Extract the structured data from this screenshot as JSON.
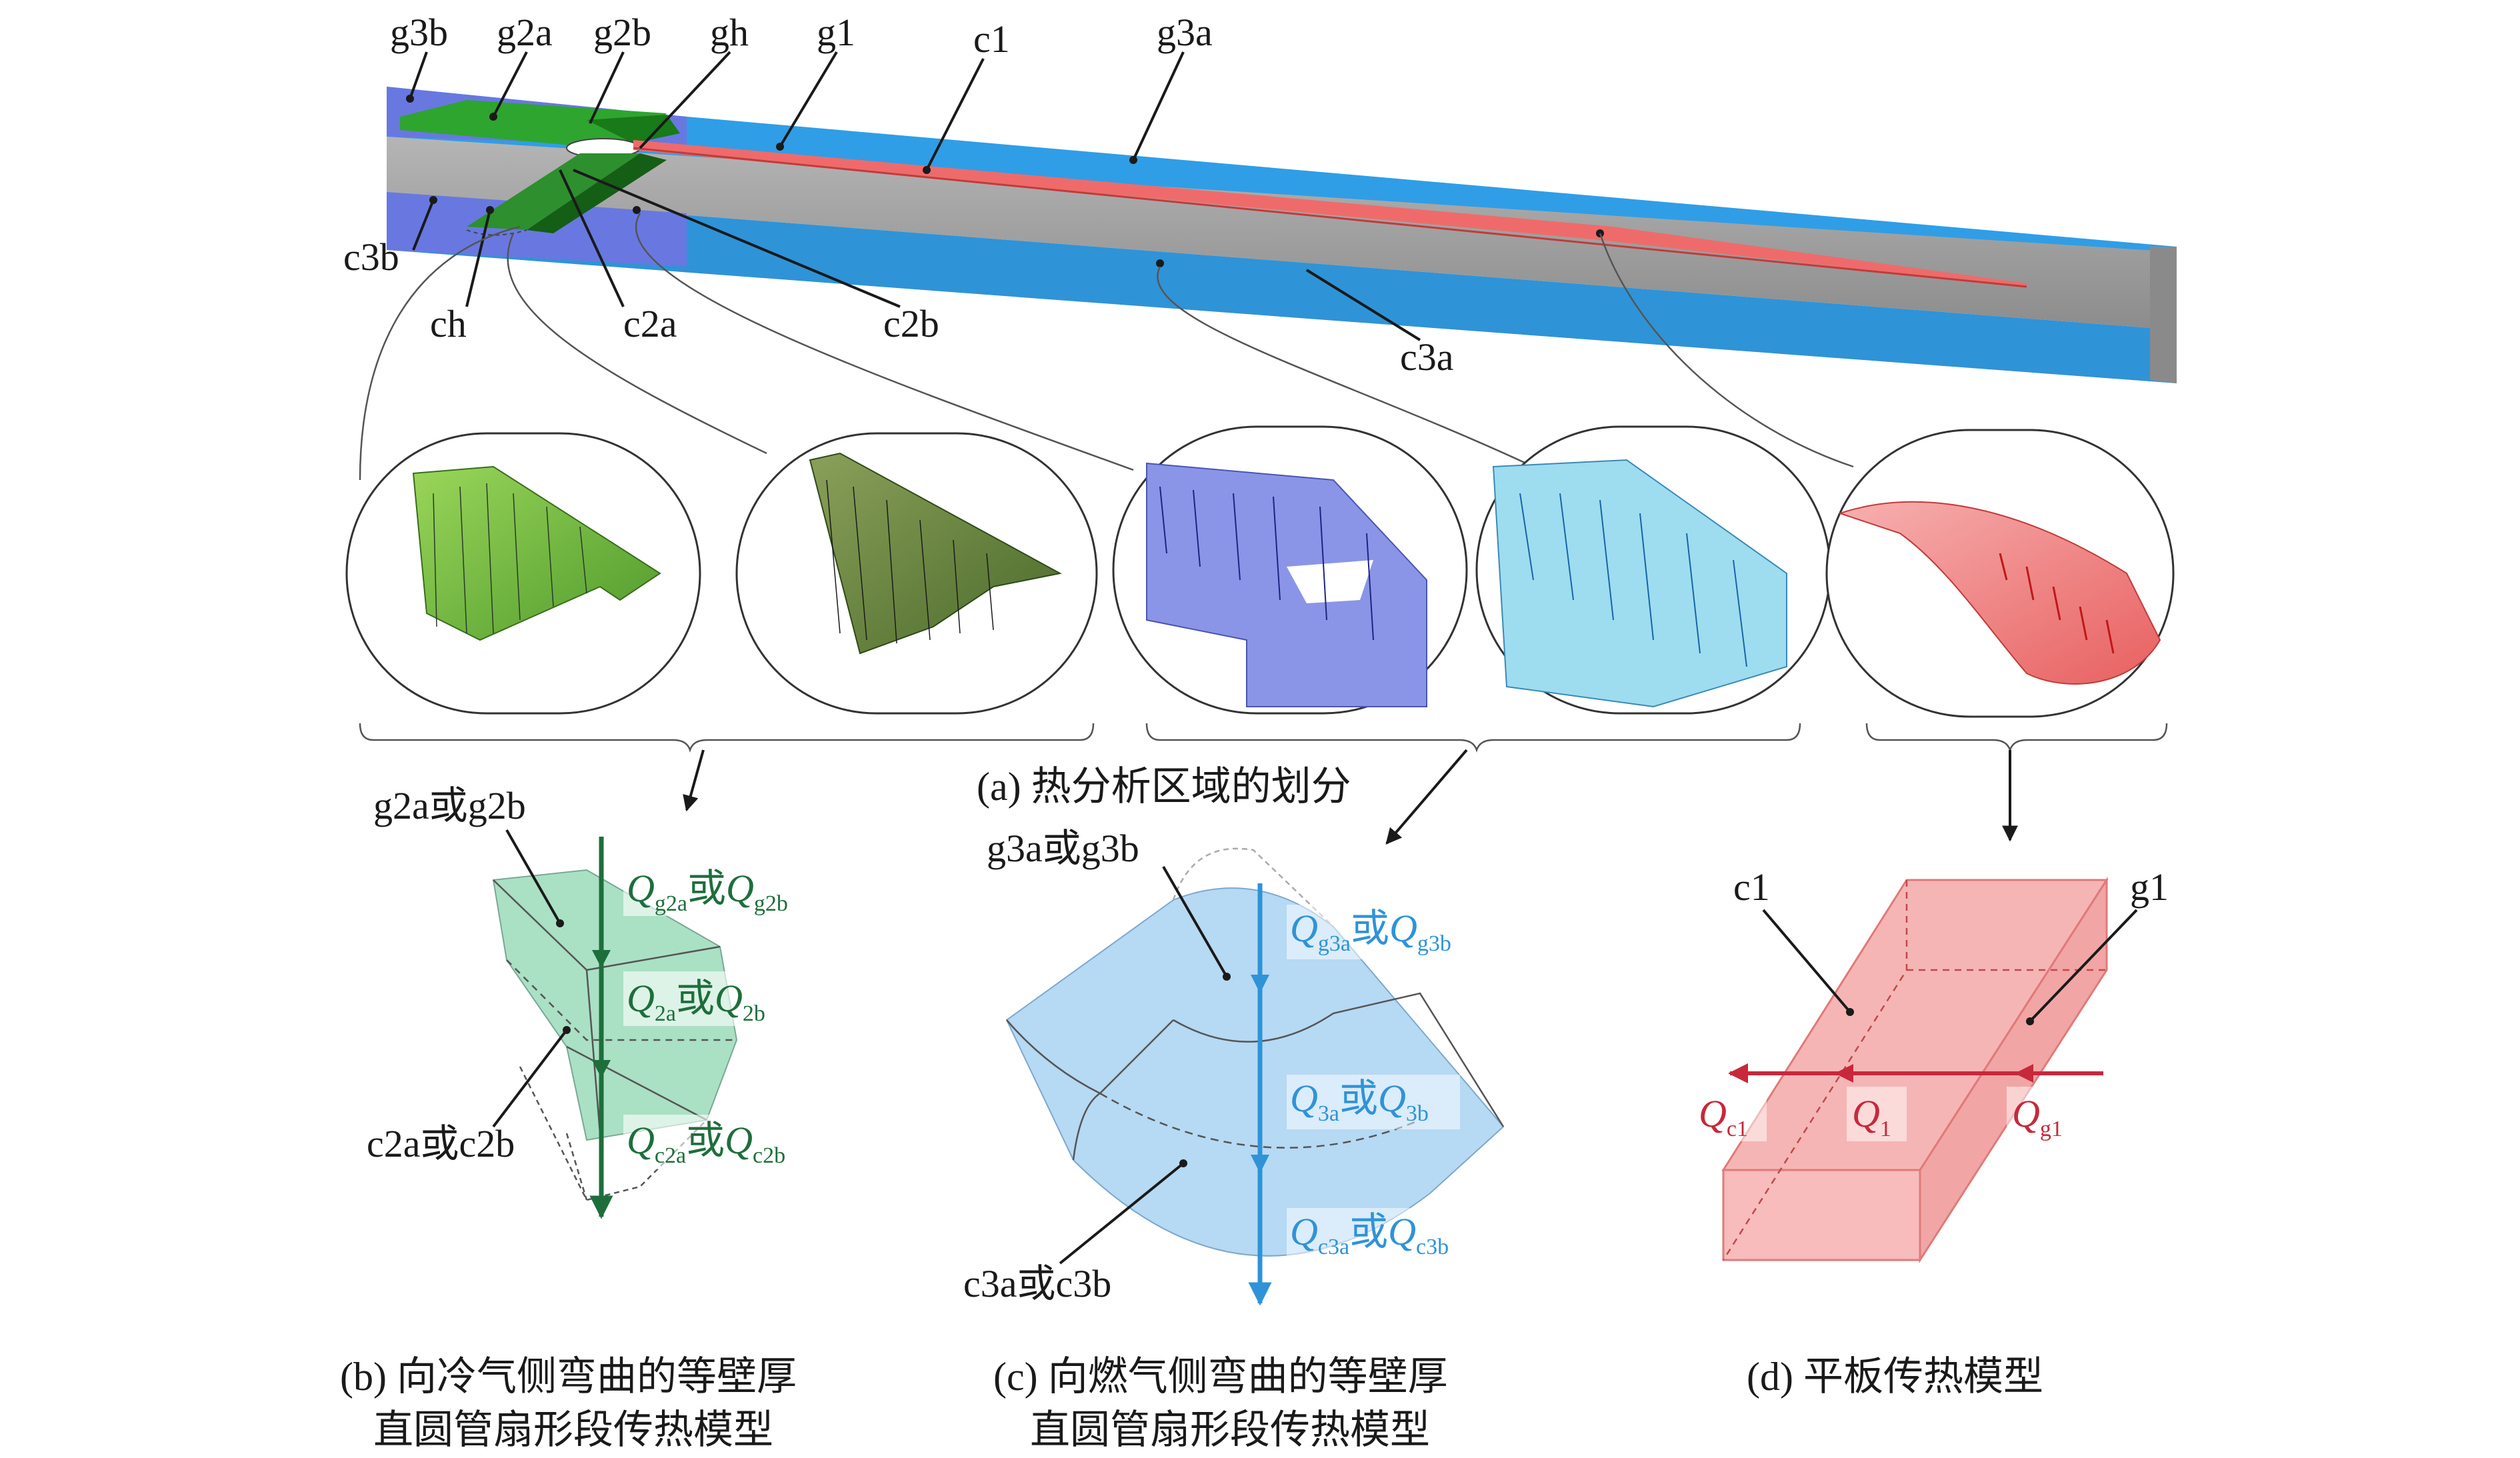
{
  "labels": {
    "g3b": "g3b",
    "g2a": "g2a",
    "g2b": "g2b",
    "gh": "gh",
    "g1": "g1",
    "c1": "c1",
    "g3a": "g3a",
    "c3b": "c3b",
    "ch": "ch",
    "c2a": "c2a",
    "c2b": "c2b",
    "c3a": "c3a"
  },
  "captions": {
    "a": "(a) 热分析区域的划分",
    "b_line1": "(b) 向冷气侧弯曲的等壁厚",
    "b_line2": "直圆管扇形段传热模型",
    "c_line1": "(c) 向燃气侧弯曲的等壁厚",
    "c_line2": "直圆管扇形段传热模型",
    "d": "(d) 平板传热模型"
  },
  "panel_b": {
    "top_label": "g2a或g2b",
    "bottom_label": "c2a或c2b",
    "q1": {
      "a": "Q",
      "a_sub": "g2a",
      "or": "或",
      "b": "Q",
      "b_sub": "g2b"
    },
    "q2": {
      "a": "Q",
      "a_sub": "2a",
      "or": "或",
      "b": "Q",
      "b_sub": "2b"
    },
    "q3": {
      "a": "Q",
      "a_sub": "c2a",
      "or": "或",
      "b": "Q",
      "b_sub": "c2b"
    }
  },
  "panel_c": {
    "top_label": "g3a或g3b",
    "bottom_label": "c3a或c3b",
    "q1": {
      "a": "Q",
      "a_sub": "g3a",
      "or": "或",
      "b": "Q",
      "b_sub": "g3b"
    },
    "q2": {
      "a": "Q",
      "a_sub": "3a",
      "or": "或",
      "b": "Q",
      "b_sub": "3b"
    },
    "q3": {
      "a": "Q",
      "a_sub": "c3a",
      "or": "或",
      "b": "Q",
      "b_sub": "c3b"
    }
  },
  "panel_d": {
    "label_c1": "c1",
    "label_g1": "g1",
    "qc1": {
      "q": "Q",
      "sub": "c1"
    },
    "q1": {
      "q": "Q",
      "sub": "1"
    },
    "qg1": {
      "q": "Q",
      "sub": "g1"
    }
  },
  "colors": {
    "grey": "#9a9a9a",
    "blue": "#2f93d8",
    "green": "#1f8a1f",
    "red": "#ef6b6b",
    "dark_green": "#1e6e3c",
    "periwinkle": "#6878e0"
  }
}
